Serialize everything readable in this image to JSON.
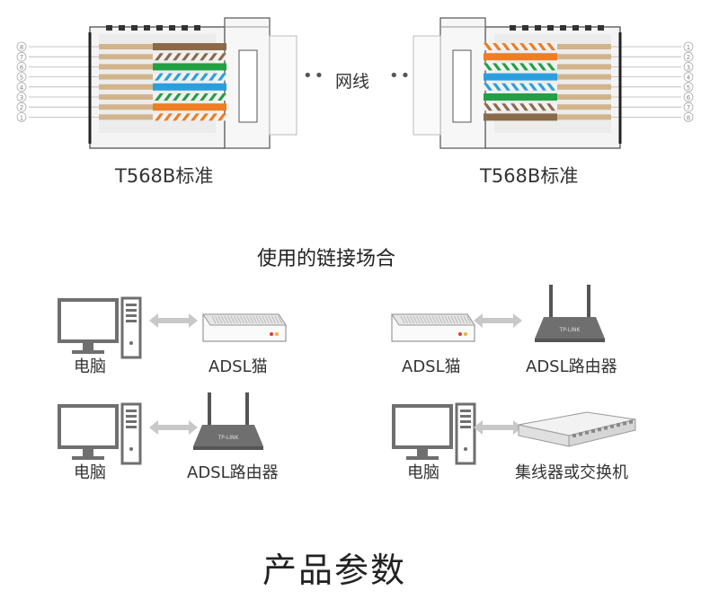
{
  "connector_left": {
    "label": "T568B标准",
    "pins": [
      "8",
      "7",
      "6",
      "5",
      "4",
      "3",
      "2",
      "1"
    ]
  },
  "connector_right": {
    "label": "T568B标准",
    "pins": [
      "1",
      "2",
      "3",
      "4",
      "5",
      "6",
      "7",
      "8"
    ]
  },
  "cable_label": "网线",
  "section_title": "使用的链接场合",
  "scenarios": [
    {
      "left": "电脑",
      "right": "ADSL猫"
    },
    {
      "left": "ADSL猫",
      "right": "ADSL路由器"
    },
    {
      "left": "电脑",
      "right": "ADSL路由器"
    },
    {
      "left": "电脑",
      "right": "集线器或交换机"
    }
  ],
  "router_logo": "TP-LINK",
  "footer_title": "产品参数",
  "colors": {
    "brown": "#8b6a4a",
    "orange": "#ef7d22",
    "green": "#22a045",
    "blue": "#2a9fe0",
    "stripe_white": "#f2f2f2",
    "tan": "#d2b48c",
    "device_gray": "#6f6f6f",
    "arrow_gray": "#c8c8c8"
  }
}
